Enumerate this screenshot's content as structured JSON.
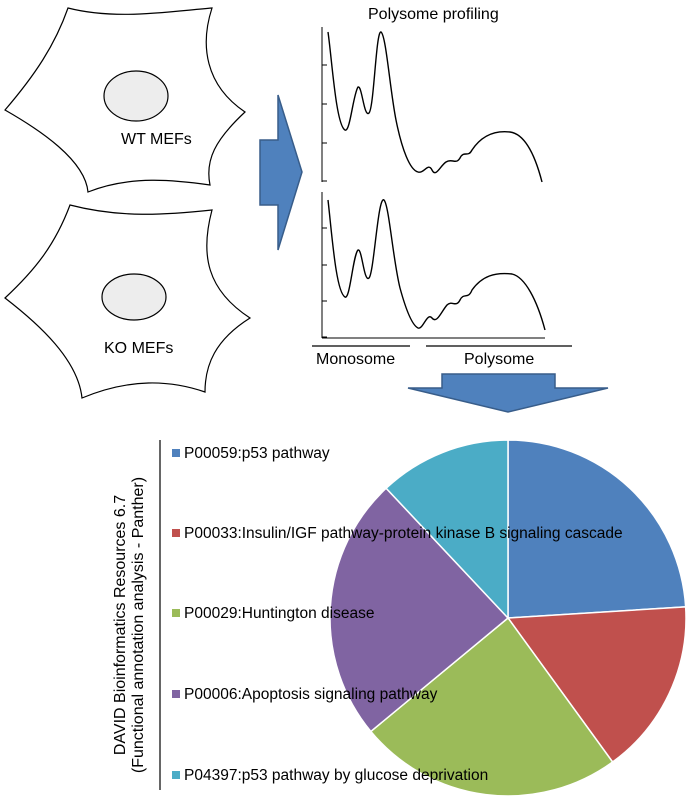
{
  "cells": [
    {
      "label": "WT MEFs"
    },
    {
      "label": "KO MEFs"
    }
  ],
  "profiling": {
    "title": "Polysome profiling",
    "monosome_label": "Monosome",
    "polysome_label": "Polysome"
  },
  "side_label": {
    "line1": "DAVID Bioinformatics Resources 6.7",
    "line2": "(Functional annotation analysis - Panther)"
  },
  "chart_data": {
    "type": "pie",
    "labels": [
      "P00059:p53 pathway",
      "P00033:Insulin/IGF pathway-protein kinase B signaling cascade",
      "P00029:Huntington disease",
      "P00006:Apoptosis signaling pathway",
      "P04397:p53 pathway by glucose deprivation"
    ],
    "values": [
      3,
      2,
      3,
      3,
      1.5
    ],
    "colors": [
      "#4f81bd",
      "#c0504d",
      "#9bbb59",
      "#8064a2",
      "#4bacc6"
    ]
  },
  "colors": {
    "arrow_fill": "#4f81bd",
    "arrow_stroke": "#385d8a",
    "nucleus_fill": "#ededed"
  }
}
